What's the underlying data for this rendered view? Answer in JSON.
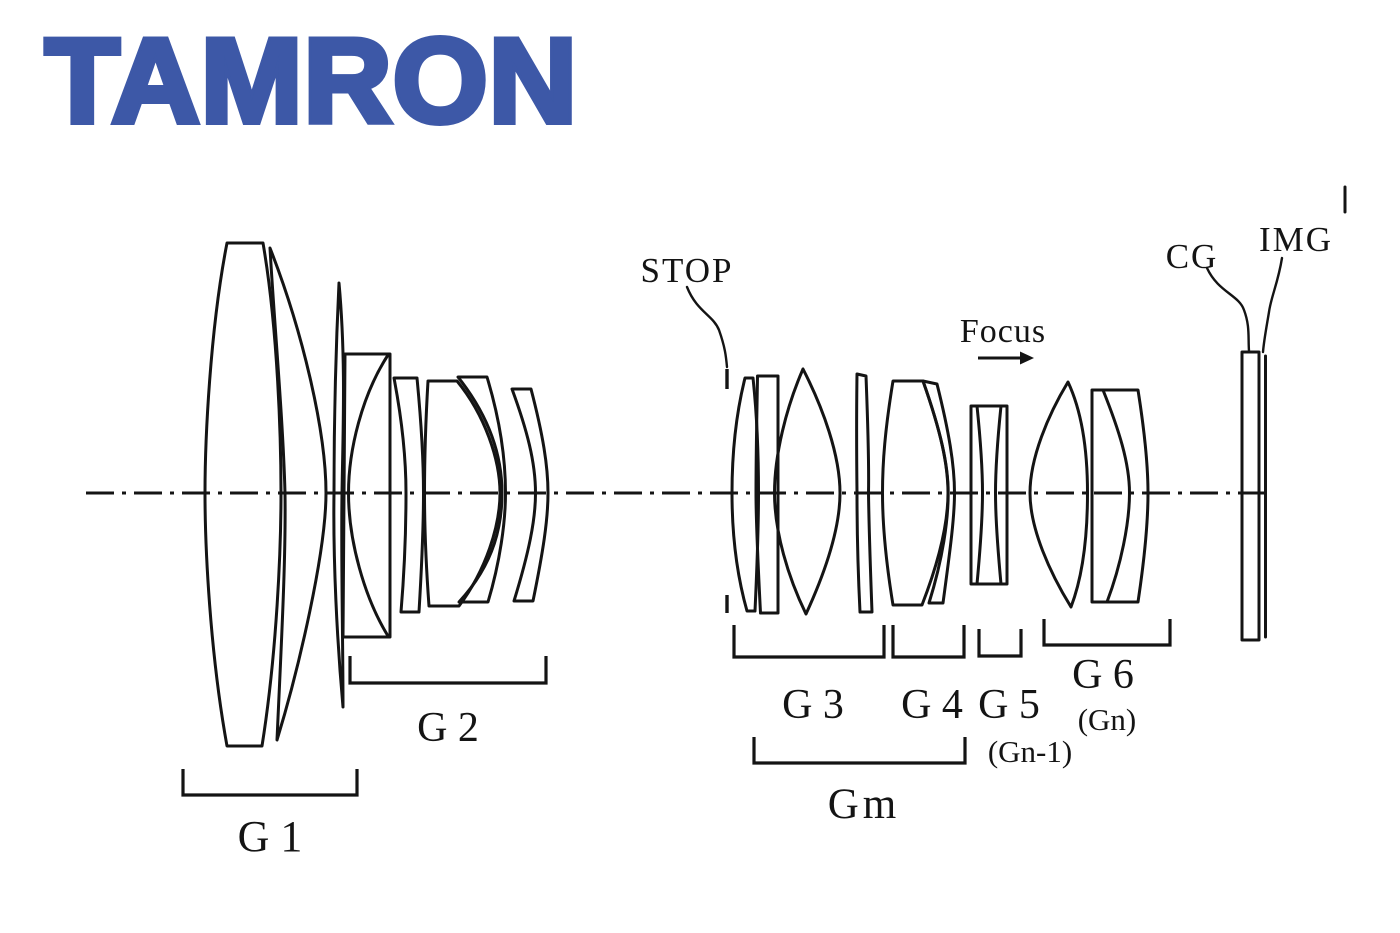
{
  "logo": {
    "text": "TAMRON",
    "color": "#3d58a7"
  },
  "diagram": {
    "annotations": {
      "stop": "STOP",
      "focus": "Focus",
      "cover_glass": "CG",
      "image_plane": "IMG"
    },
    "groups": {
      "g1": {
        "label": "G 1",
        "elements": 3
      },
      "g2": {
        "label": "G 2",
        "elements": 5
      },
      "g3": {
        "label": "G 3",
        "elements": 4
      },
      "g4": {
        "label": "G 4",
        "elements": 2
      },
      "g5": {
        "label": "G 5",
        "alt_label": "(Gn-1)",
        "elements": 1
      },
      "g6": {
        "label": "G 6",
        "alt_label": "(Gn)",
        "elements": 3
      },
      "gm": {
        "label": "Gm"
      }
    }
  }
}
